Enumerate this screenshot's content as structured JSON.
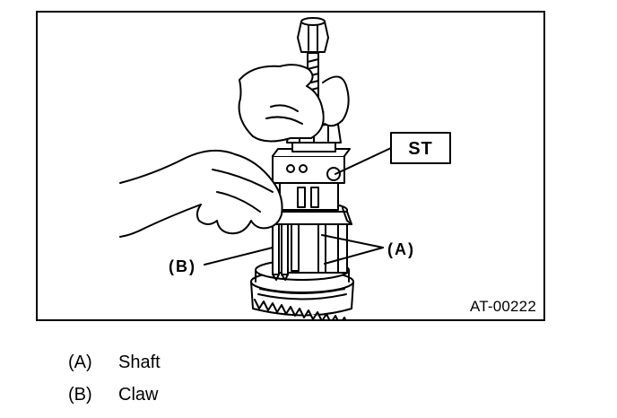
{
  "figure": {
    "id": "AT-00222",
    "callouts": {
      "st": "ST",
      "a": "(A)",
      "b": "(B)"
    }
  },
  "legend": [
    {
      "key": "(A)",
      "label": "Shaft"
    },
    {
      "key": "(B)",
      "label": "Claw"
    }
  ]
}
